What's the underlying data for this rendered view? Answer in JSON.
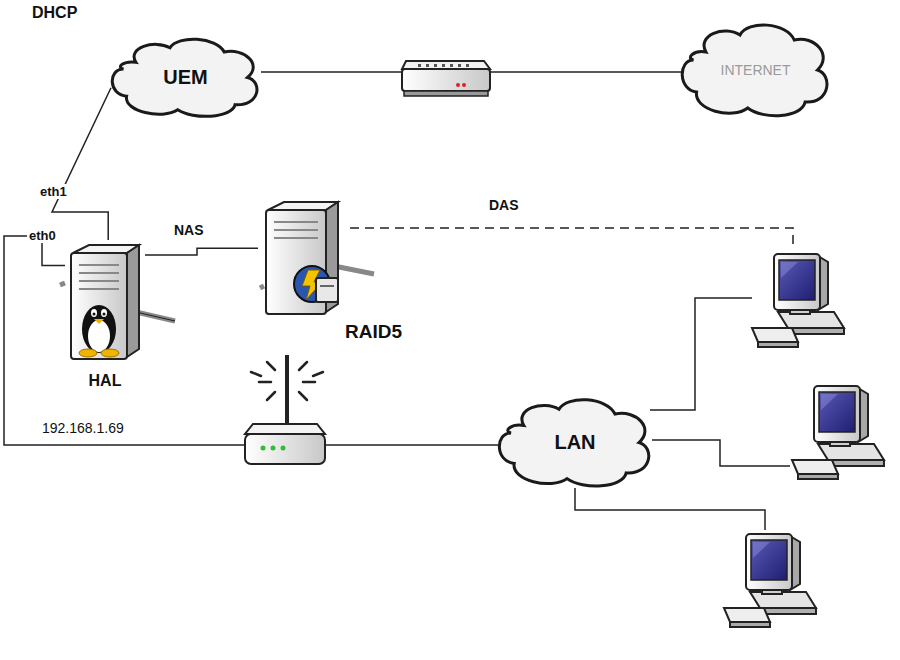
{
  "diagram": {
    "nodes": [
      {
        "text": [
          "UEM"
        ]
      },
      {
        "text": [
          "INTERNET"
        ]
      },
      {
        "text": [
          "HAL"
        ]
      },
      {
        "text": [
          "RAID5"
        ]
      },
      {
        "text": [
          "LAN"
        ]
      }
    ],
    "edges": [
      {
        "from": 2,
        "to": 0,
        "label": "eth1",
        "arrow": "none"
      },
      {
        "from": 2,
        "to": 3,
        "label": "NAS",
        "arrow": "none"
      },
      {
        "from": 0,
        "to": 1,
        "arrow": "none"
      },
      {
        "from": 2,
        "to": 4,
        "arrow": "none"
      }
    ],
    "labels": [
      "DHCP",
      "eth0",
      "192.168.1.69",
      "DAS"
    ]
  }
}
